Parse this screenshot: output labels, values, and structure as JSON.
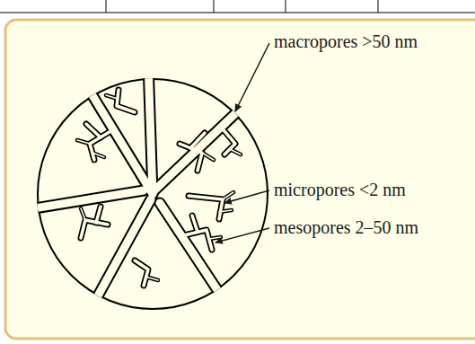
{
  "diagram": {
    "labels": [
      "macropores >50 nm",
      "micropores <2 nm",
      "mesopores 2–50 nm"
    ]
  }
}
